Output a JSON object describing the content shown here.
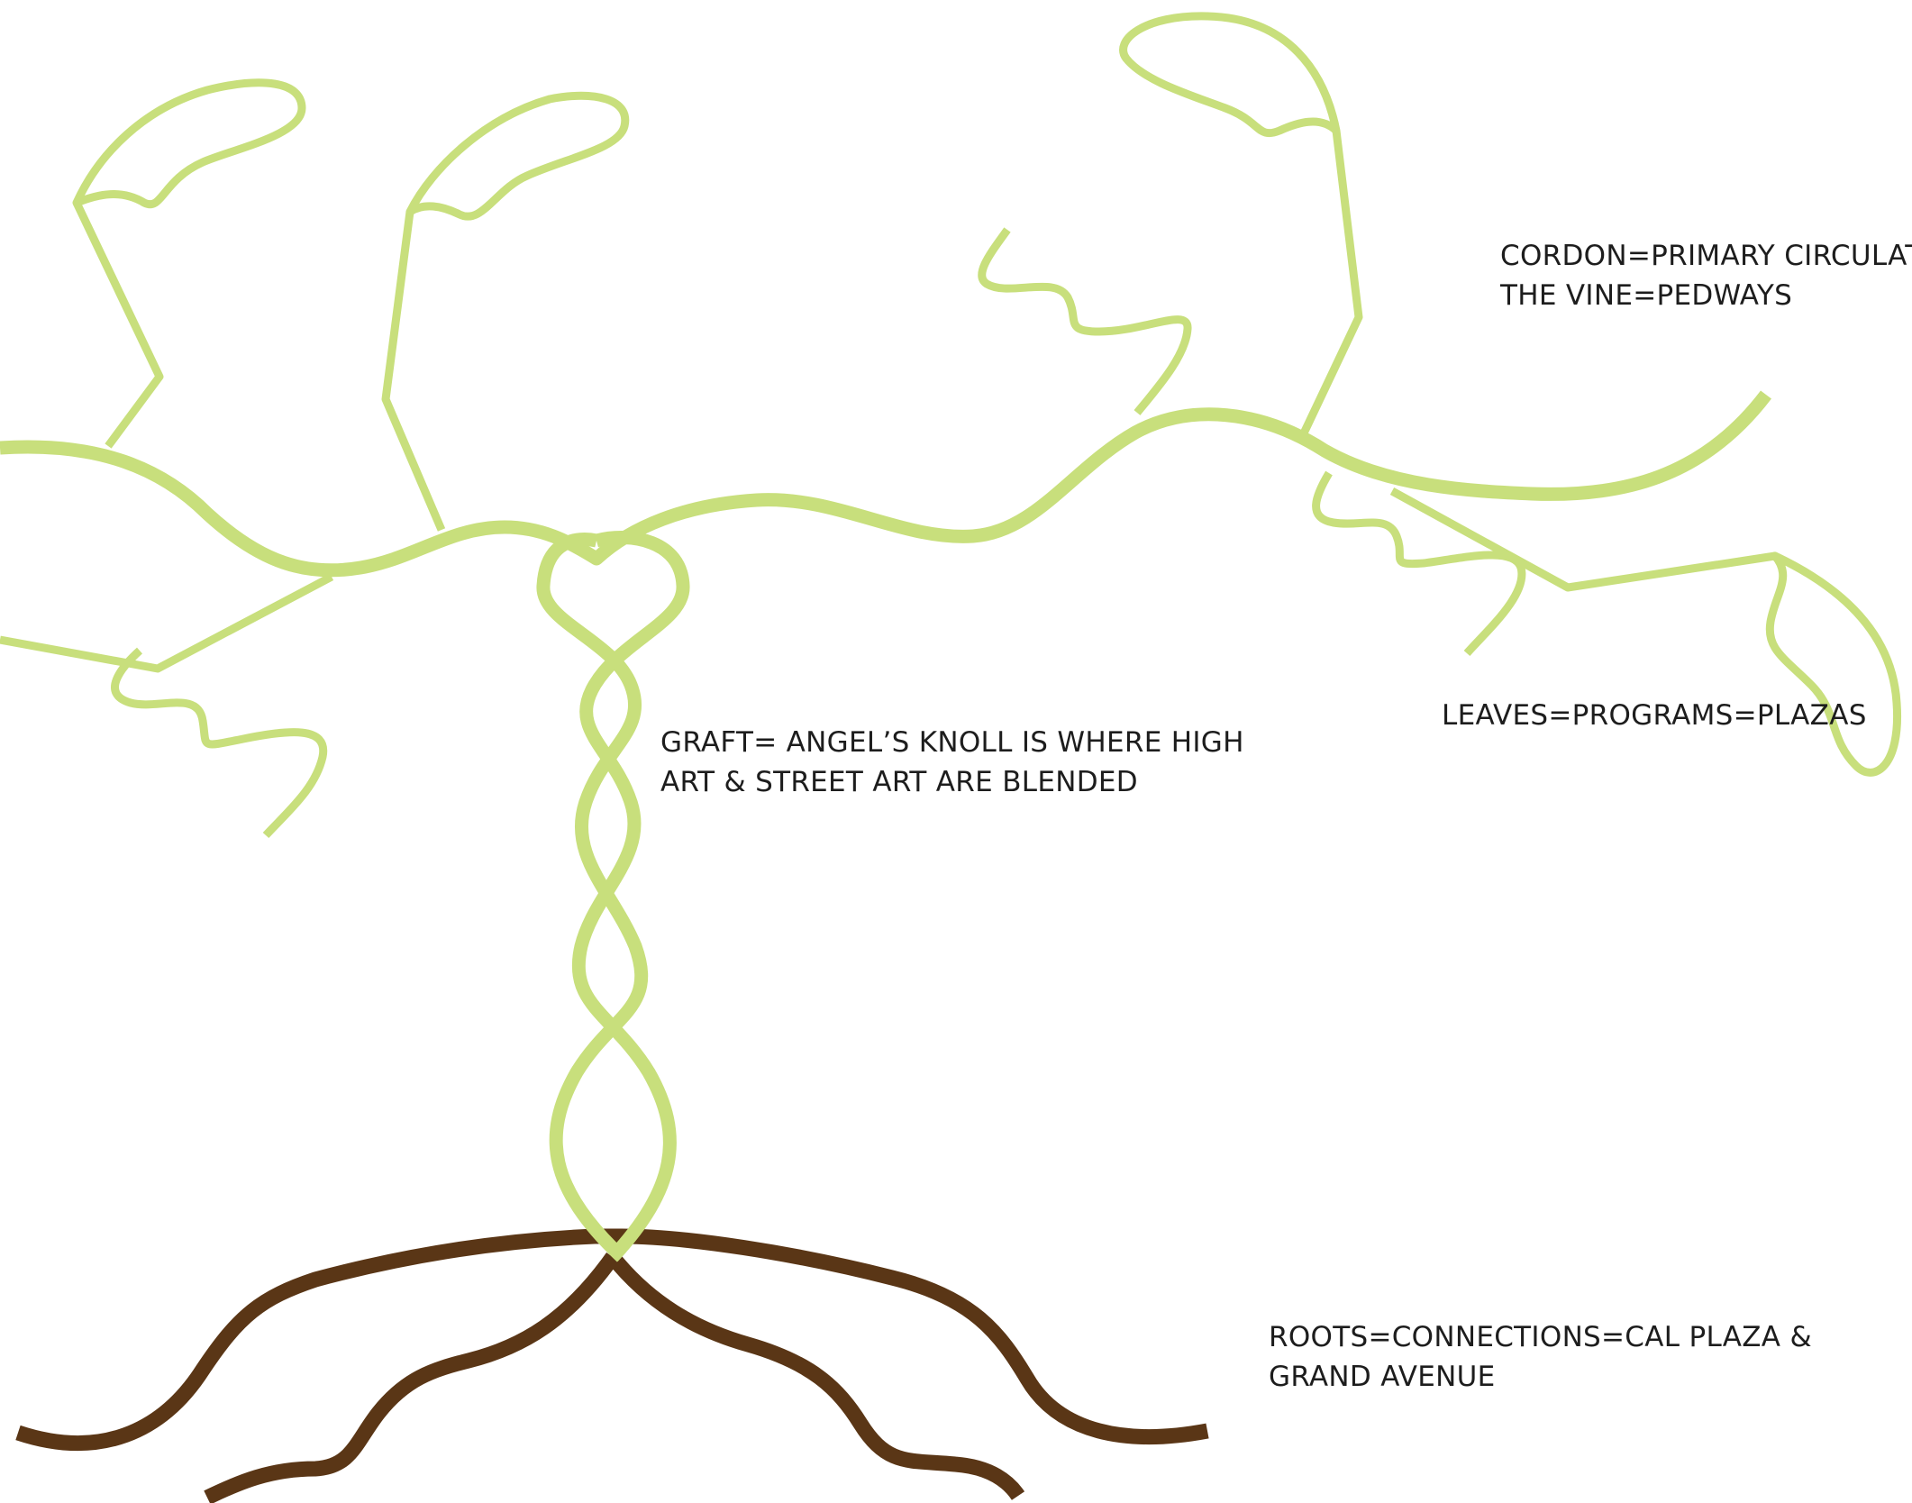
{
  "labels": {
    "cordon_line1": "CORDON=PRIMARY CIRCULATION",
    "cordon_line2": "THE VINE=PEDWAYS",
    "leaves": "LEAVES=PROGRAMS=PLAZAS",
    "graft_line1": "GRAFT= ANGEL’S KNOLL IS WHERE HIGH",
    "graft_line2": "ART & STREET ART ARE BLENDED",
    "roots_line1": "ROOTS=CONNECTIONS=CAL PLAZA &",
    "roots_line2": "GRAND AVENUE"
  },
  "colors": {
    "vine": "#c8df7c",
    "root": "#5a3616",
    "text": "#1d1d1d"
  }
}
